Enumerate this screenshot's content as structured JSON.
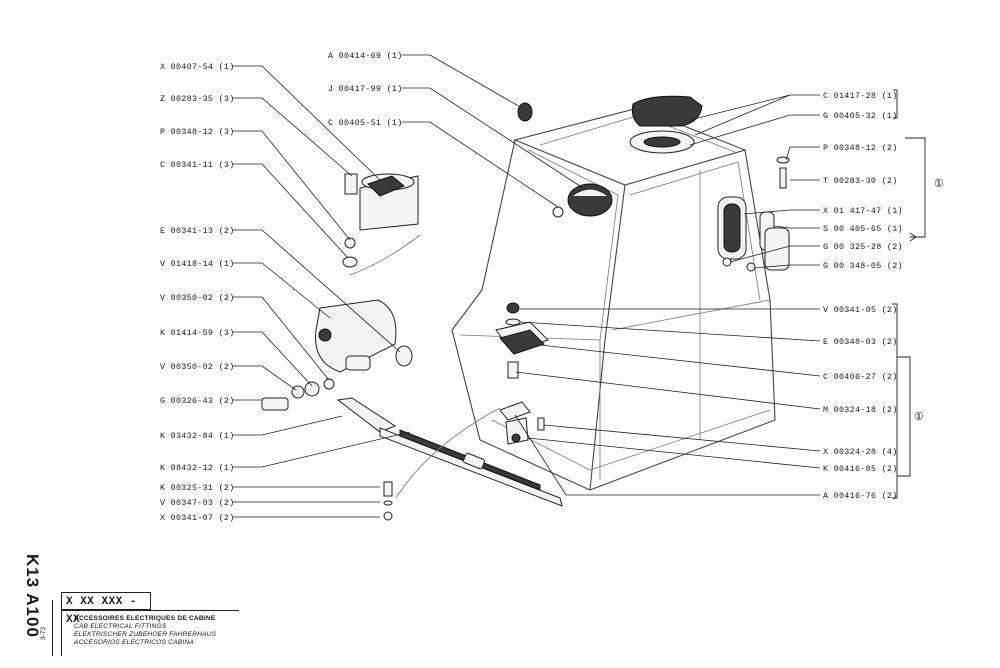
{
  "labels_left": [
    "X 00407-54 (1)",
    "Z 00283-35 (3)",
    "P 00348-12 (3)",
    "C 00341-11 (3)",
    "E 00341-13 (2)",
    "V 01418-14 (1)",
    "V 00350-02 (2)",
    "K 01414-59 (3)",
    "V 00350-02 (2)",
    "G 00326-43 (2)",
    "K 03432-84 (1)",
    "K 08432-12 (1)",
    "K 00325-31 (2)",
    "V 00347-03 (2)",
    "X 00341-07 (2)"
  ],
  "labels_top": [
    "A 00414-69 (1)",
    "J 00417-99 (1)",
    "C 00405-51 (1)"
  ],
  "labels_right": [
    "C 01417-28 (1)",
    "G 00405-32 (1)",
    "P 00348-12 (2)",
    "T 00283-30 (2)",
    "X 01 417-47 (1)",
    "S 00 405-65 (1)",
    "G 00 325-28 (2)",
    "G 00 348-05 (2)",
    "V 00341-05 (2)",
    "E 00348-03 (2)",
    "C 00406-27 (2)",
    "M 00324-18 (2)",
    "X 00324-28 (4)",
    "K 00416-85 (2)",
    "A 00416-76 (2)"
  ],
  "group_marks": [
    "①",
    "①"
  ],
  "title_block": {
    "code": "X XX XXX - XX",
    "lines": [
      "ACCESSOIRES ELECTRIQUES DE CABINE",
      "CAB ELECTRICAL FITTINGS",
      "ELEKTRISCHER ZUBEHOER FAHRERHAUS",
      "ACCESORIOS ELECTRICOS CABINA"
    ],
    "side_code": "K13 A100",
    "sheet": "3-73"
  }
}
